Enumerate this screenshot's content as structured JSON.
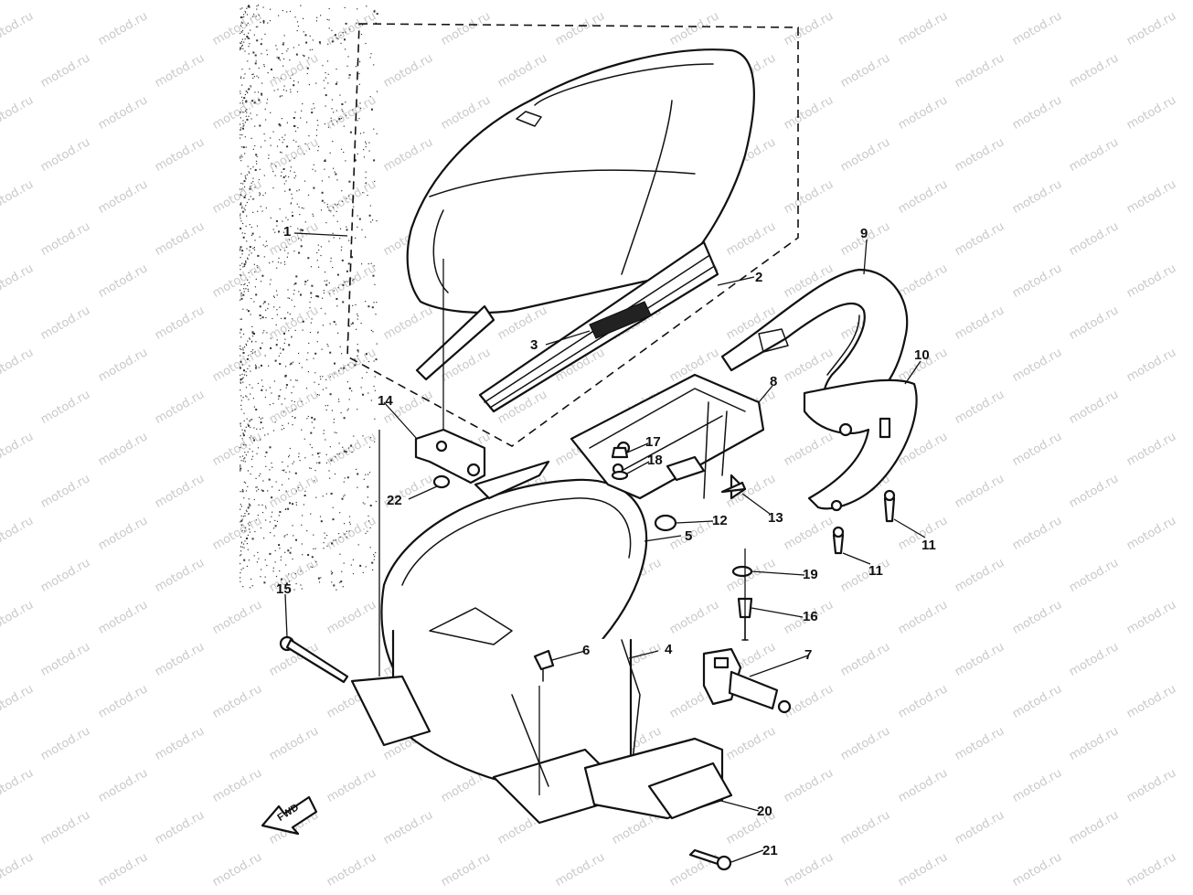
{
  "diagram": {
    "watermark_text": "motod.ru",
    "fwd_label": "FWD",
    "callouts": [
      {
        "id": "1",
        "label": "1"
      },
      {
        "id": "2",
        "label": "2"
      },
      {
        "id": "3",
        "label": "3"
      },
      {
        "id": "4",
        "label": "4"
      },
      {
        "id": "5",
        "label": "5"
      },
      {
        "id": "6",
        "label": "6"
      },
      {
        "id": "7",
        "label": "7"
      },
      {
        "id": "8",
        "label": "8"
      },
      {
        "id": "9",
        "label": "9"
      },
      {
        "id": "10",
        "label": "10"
      },
      {
        "id": "11a",
        "label": "11"
      },
      {
        "id": "11b",
        "label": "11"
      },
      {
        "id": "12",
        "label": "12"
      },
      {
        "id": "13",
        "label": "13"
      },
      {
        "id": "14",
        "label": "14"
      },
      {
        "id": "15",
        "label": "15"
      },
      {
        "id": "16",
        "label": "16"
      },
      {
        "id": "17",
        "label": "17"
      },
      {
        "id": "18",
        "label": "18"
      },
      {
        "id": "19",
        "label": "19"
      },
      {
        "id": "20",
        "label": "20"
      },
      {
        "id": "21",
        "label": "21"
      },
      {
        "id": "22",
        "label": "22"
      }
    ]
  }
}
